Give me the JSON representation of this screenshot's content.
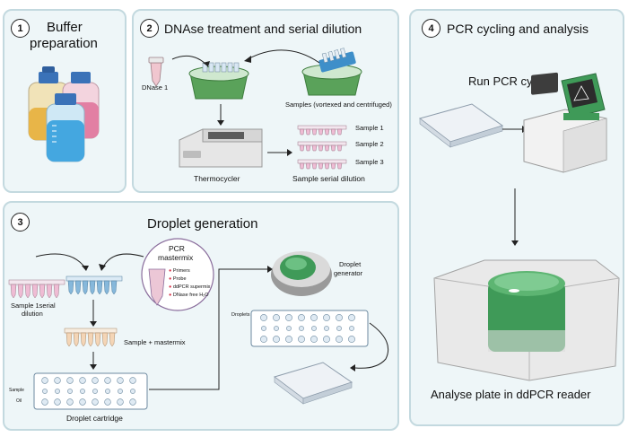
{
  "panel1": {
    "number": "1",
    "title_line1": "Buffer",
    "title_line2": "preparation"
  },
  "panel2": {
    "number": "2",
    "title": "DNAse treatment and serial dilution",
    "dnase_label": "DNase 1",
    "samples_label": "Samples (vortexed and centrifuged)",
    "thermocycler_label": "Thermocycler",
    "serial_label": "Sample serial dilution",
    "sample_rows": [
      "Sample 1",
      "Sample 2",
      "Sample 3"
    ]
  },
  "panel3": {
    "number": "3",
    "title": "Droplet generation",
    "mastermix_title_line1": "PCR",
    "mastermix_title_line2": "mastermix",
    "mastermix_items": [
      "Primers",
      "Probe",
      "ddPCR supermix",
      "DNase free H₂O"
    ],
    "sample_dilution_line1": "Sample 1serial",
    "sample_dilution_line2": "dilution",
    "sample_mastermix_label": "Sample + mastermix",
    "cartridge_label": "Droplet cartridge",
    "cartridge_row_labels": [
      "Sample",
      "Oil"
    ],
    "droplets_label": "Droplets",
    "generator_label_line1": "Droplet",
    "generator_label_line2": "generator"
  },
  "panel4": {
    "number": "4",
    "title": "PCR cycling and analysis",
    "run_label": "Run PCR cycle",
    "reader_label": "Analyse plate in ddPCR reader"
  },
  "colors": {
    "panel_bg": "#eef6f8",
    "panel_border": "#c3d9df",
    "pink_tube": "#e7a9c9",
    "blue_tube": "#7fb2d6",
    "peach_tube": "#f2d3b2",
    "green_device": "#3f9a58",
    "mastermix_dot": "#d9364b"
  }
}
